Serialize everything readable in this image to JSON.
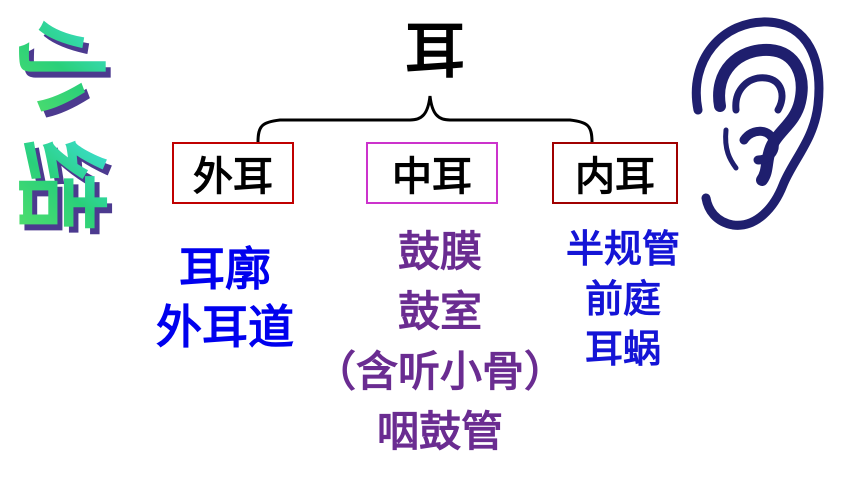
{
  "summary_title": "小结",
  "root": "耳",
  "branches": [
    {
      "label": "外耳",
      "items": [
        "耳廓",
        "外耳道"
      ]
    },
    {
      "label": "中耳",
      "items": [
        "鼓膜",
        "鼓室",
        "（含听小骨）",
        "咽鼓管"
      ]
    },
    {
      "label": "内耳",
      "items": [
        "半规管",
        "前庭",
        "耳蜗"
      ]
    }
  ],
  "colors": {
    "outer_box_border": "#c00000",
    "middle_box_border": "#cc33cc",
    "inner_box_border": "#a00000",
    "outer_text": "#0000ee",
    "middle_text": "#6a2c91",
    "inner_text": "#1414d6",
    "ear_stroke": "#1f1f6e"
  },
  "icons": [
    "summary-wordart",
    "ear-illustration"
  ]
}
